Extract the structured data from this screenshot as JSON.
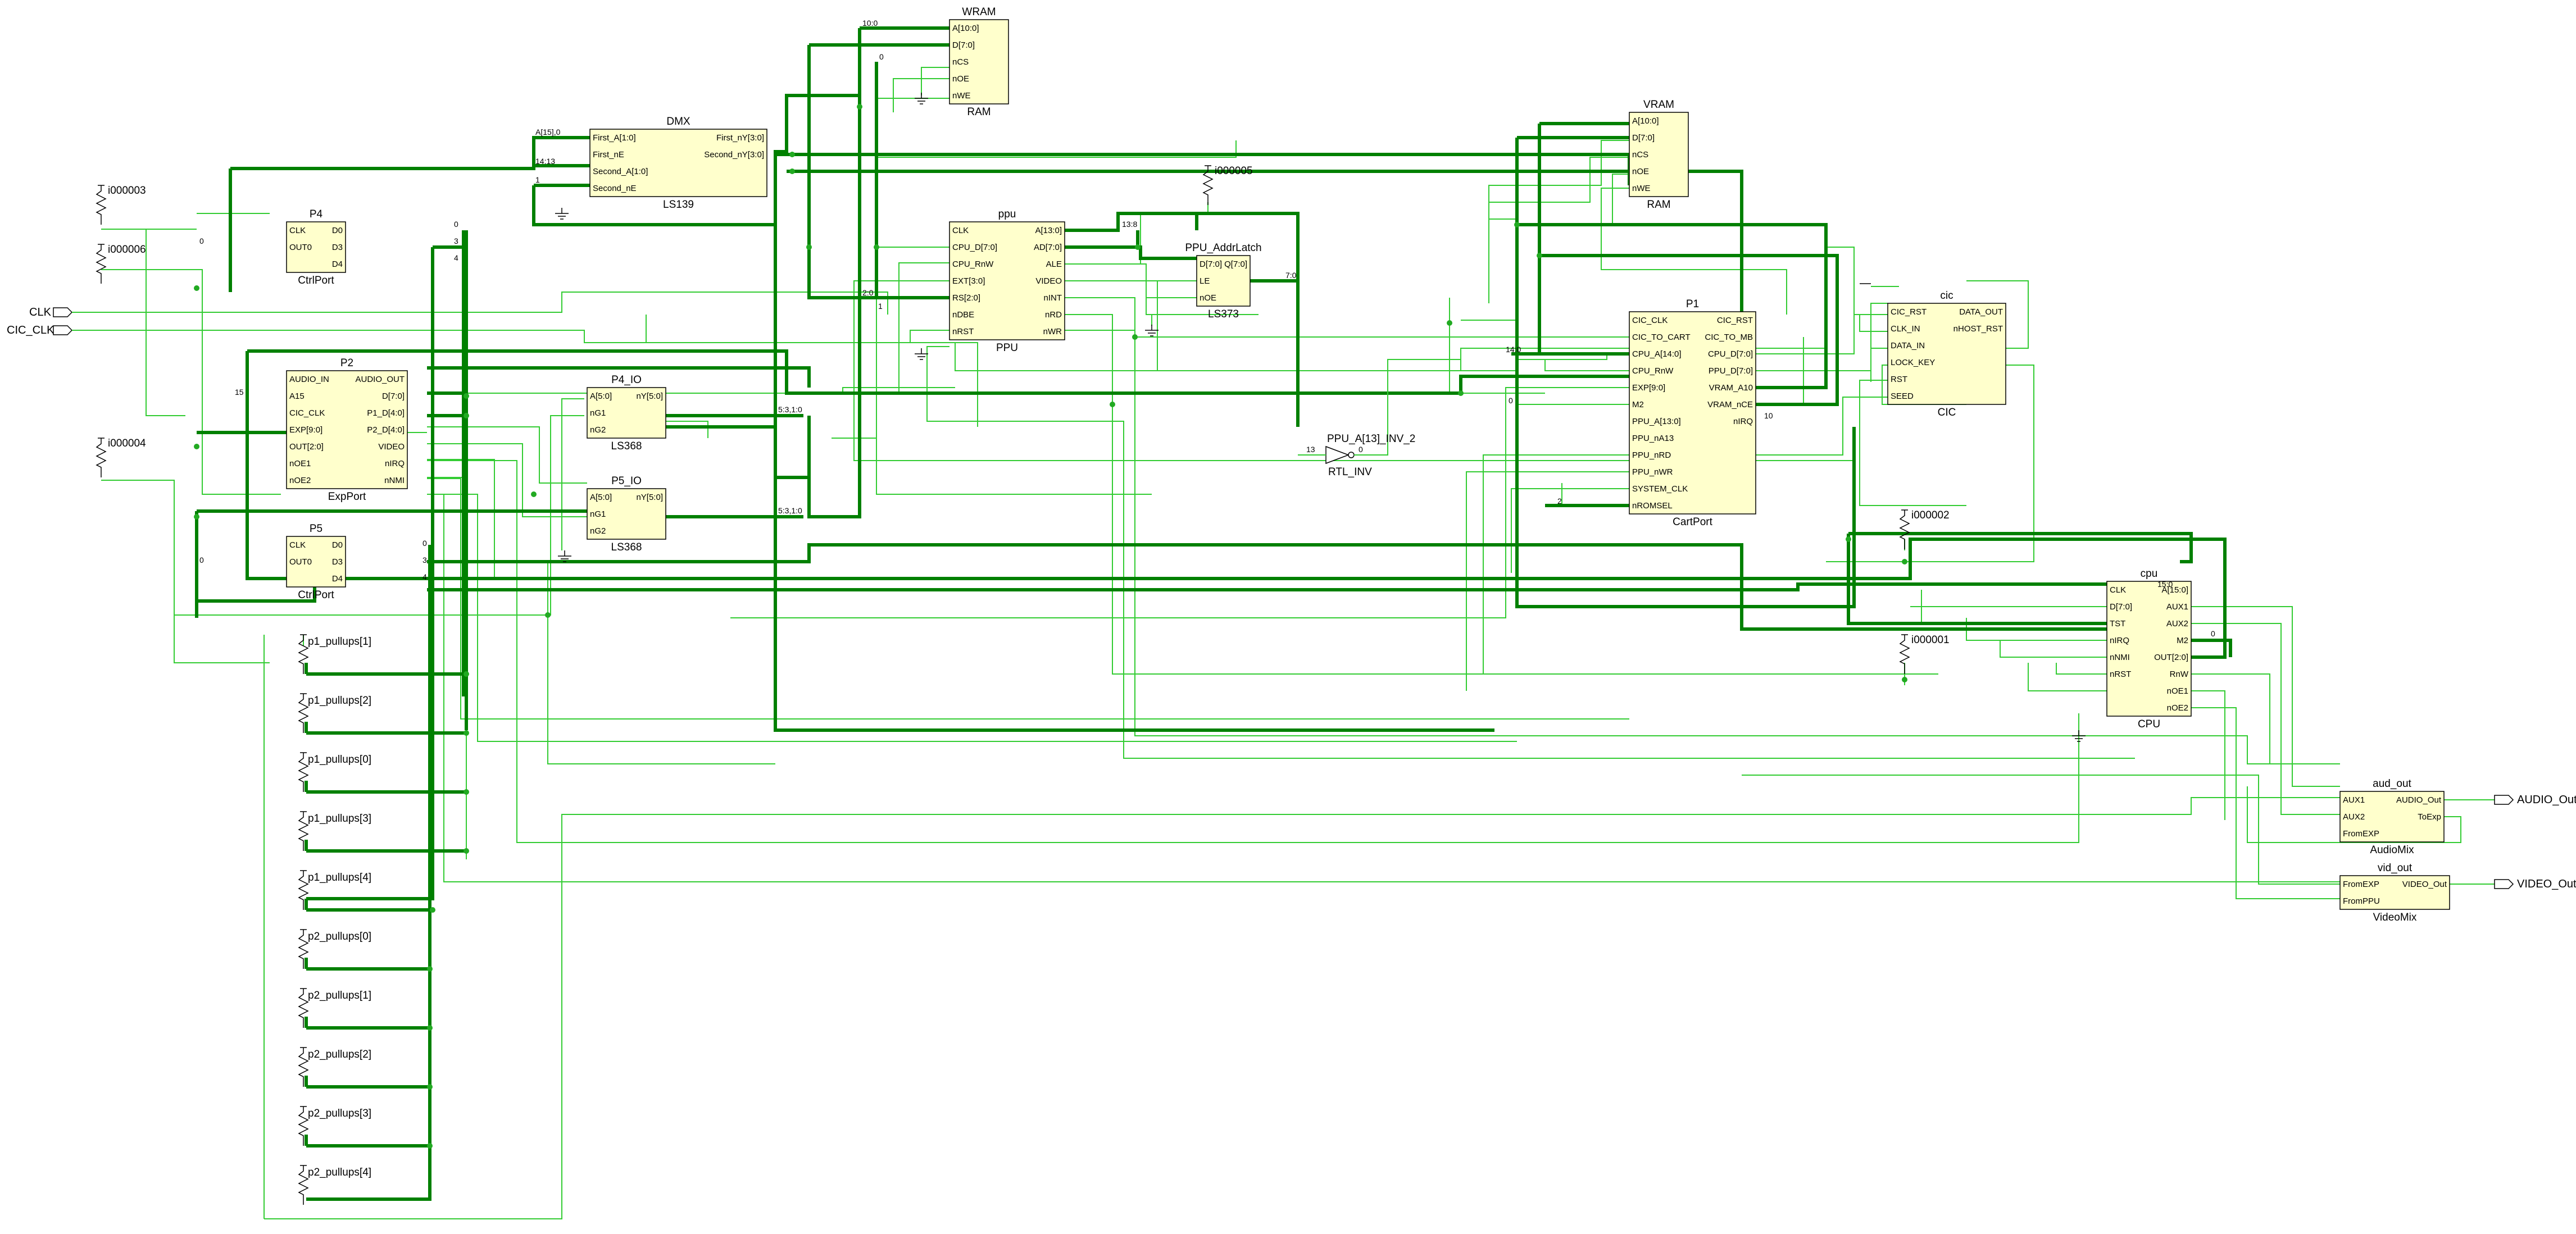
{
  "blocks": [
    {
      "id": "wram",
      "name": "WRAM",
      "type": "RAM",
      "left": [
        "A[10:0]",
        "D[7:0]",
        "nCS",
        "nOE",
        "nWE"
      ],
      "right": []
    },
    {
      "id": "dmx",
      "name": "DMX",
      "type": "LS139",
      "left": [
        "First_A[1:0]",
        "First_nE",
        "Second_A[1:0]",
        "Second_nE"
      ],
      "right": [
        "First_nY[3:0]",
        "Second_nY[3:0]"
      ]
    },
    {
      "id": "ppu",
      "name": "ppu",
      "type": "PPU",
      "left": [
        "CLK",
        "CPU_D[7:0]",
        "CPU_RnW",
        "EXT[3:0]",
        "RS[2:0]",
        "nDBE",
        "nRST"
      ],
      "right": [
        "A[13:0]",
        "AD[7:0]",
        "ALE",
        "VIDEO",
        "nINT",
        "nRD",
        "nWR"
      ]
    },
    {
      "id": "latch",
      "name": "PPU_AddrLatch",
      "type": "LS373",
      "left": [
        "D[7:0]",
        "LE",
        "nOE"
      ],
      "right": [
        "Q[7:0]"
      ]
    },
    {
      "id": "vram",
      "name": "VRAM",
      "type": "RAM",
      "left": [
        "A[10:0]",
        "D[7:0]",
        "nCS",
        "nOE",
        "nWE"
      ],
      "right": []
    },
    {
      "id": "p4",
      "name": "P4",
      "type": "CtrlPort",
      "left": [
        "CLK",
        "OUT0"
      ],
      "right": [
        "D0",
        "D3",
        "D4"
      ]
    },
    {
      "id": "p2",
      "name": "P2",
      "type": "ExpPort",
      "left": [
        "AUDIO_IN",
        "A15",
        "CIC_CLK",
        "EXP[9:0]",
        "OUT[2:0]",
        "nOE1",
        "nOE2"
      ],
      "right": [
        "AUDIO_OUT",
        "D[7:0]",
        "P1_D[4:0]",
        "P2_D[4:0]",
        "VIDEO",
        "nIRQ",
        "nNMI"
      ]
    },
    {
      "id": "p4io",
      "name": "P4_IO",
      "type": "LS368",
      "left": [
        "A[5:0]",
        "nG1",
        "nG2"
      ],
      "right": [
        "nY[5:0]"
      ]
    },
    {
      "id": "p5io",
      "name": "P5_IO",
      "type": "LS368",
      "left": [
        "A[5:0]",
        "nG1",
        "nG2"
      ],
      "right": [
        "nY[5:0]"
      ]
    },
    {
      "id": "p5",
      "name": "P5",
      "type": "CtrlPort",
      "left": [
        "CLK",
        "OUT0"
      ],
      "right": [
        "D0",
        "D3",
        "D4"
      ]
    },
    {
      "id": "p1",
      "name": "P1",
      "type": "CartPort",
      "left": [
        "CIC_CLK",
        "CIC_TO_CART",
        "CPU_A[14:0]",
        "CPU_RnW",
        "EXP[9:0]",
        "M2",
        "PPU_A[13:0]",
        "PPU_nA13",
        "PPU_nRD",
        "PPU_nWR",
        "SYSTEM_CLK",
        "nROMSEL"
      ],
      "right": [
        "CIC_RST",
        "CIC_TO_MB",
        "CPU_D[7:0]",
        "PPU_D[7:0]",
        "VRAM_A10",
        "VRAM_nCE",
        "nIRQ"
      ]
    },
    {
      "id": "cic",
      "name": "cic",
      "type": "CIC",
      "left": [
        "CIC_RST",
        "CLK_IN",
        "DATA_IN",
        "LOCK_KEY",
        "RST",
        "SEED"
      ],
      "right": [
        "DATA_OUT",
        "nHOST_RST"
      ]
    },
    {
      "id": "cpu",
      "name": "cpu",
      "type": "CPU",
      "left": [
        "CLK",
        "D[7:0]",
        "TST",
        "nIRQ",
        "nNMI",
        "nRST"
      ],
      "right": [
        "A[15:0]",
        "AUX1",
        "AUX2",
        "M2",
        "OUT[2:0]",
        "RnW",
        "nOE1",
        "nOE2"
      ]
    },
    {
      "id": "aud",
      "name": "aud_out",
      "type": "AudioMix",
      "left": [
        "AUX1",
        "AUX2",
        "FromEXP"
      ],
      "right": [
        "AUDIO_Out",
        "ToExp"
      ]
    },
    {
      "id": "vid",
      "name": "vid_out",
      "type": "VideoMix",
      "left": [
        "FromEXP",
        "FromPPU"
      ],
      "right": [
        "VIDEO_Out"
      ]
    }
  ],
  "inverter": {
    "name": "PPU_A[13]_INV_2",
    "type": "RTL_INV",
    "in_bus": "13",
    "out_bus": "0"
  },
  "pullups": [
    "i000003",
    "i000006",
    "i000004",
    "i000005",
    "i000002",
    "i000001"
  ],
  "pullup_chain": [
    "p1_pullups[1]",
    "p1_pullups[2]",
    "p1_pullups[0]",
    "p1_pullups[3]",
    "p1_pullups[4]",
    "p2_pullups[0]",
    "p2_pullups[1]",
    "p2_pullups[2]",
    "p2_pullups[3]",
    "p2_pullups[4]"
  ],
  "ports_in": [
    "CLK",
    "CIC_CLK"
  ],
  "ports_out": [
    "AUDIO_Out",
    "VIDEO_Out"
  ],
  "bus_labels": {
    "wram_a": "10:0",
    "wram_d": "0",
    "wram_ppu": "2:0",
    "dmx_a": "A[15],0",
    "dmx_a2": "14:13",
    "dmx_ne": "1",
    "ppu_a": "13:8",
    "latch_q": "7:0",
    "p4_d0": "0",
    "p4_d3": "3",
    "p4_d4": "4",
    "p4_out": "0",
    "p2_a15": "15",
    "p4io": "5:3,1:0",
    "p5io": "5:3,1:0",
    "p5_d0": "0",
    "p5_d3": "3",
    "p5_d4": "4",
    "p5_out": "0",
    "p1_a": "14:0",
    "p1_exp": "0",
    "p1_rom": "2",
    "p1_d": "10",
    "cpu_a": "15:0",
    "cpu_m2": "0",
    "ppu_e": "1",
    "inv_in": "13",
    "inv_out": "0"
  },
  "colors": {
    "wire": "#33cc33",
    "bus": "#008000",
    "block": "#ffffcc"
  }
}
